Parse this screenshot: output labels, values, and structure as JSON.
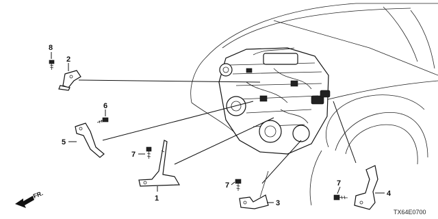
{
  "diagram": {
    "code": "TX64E0700",
    "direction": "FR.",
    "callouts": [
      "1",
      "2",
      "3",
      "4",
      "5",
      "6",
      "7",
      "7",
      "7",
      "8"
    ]
  }
}
